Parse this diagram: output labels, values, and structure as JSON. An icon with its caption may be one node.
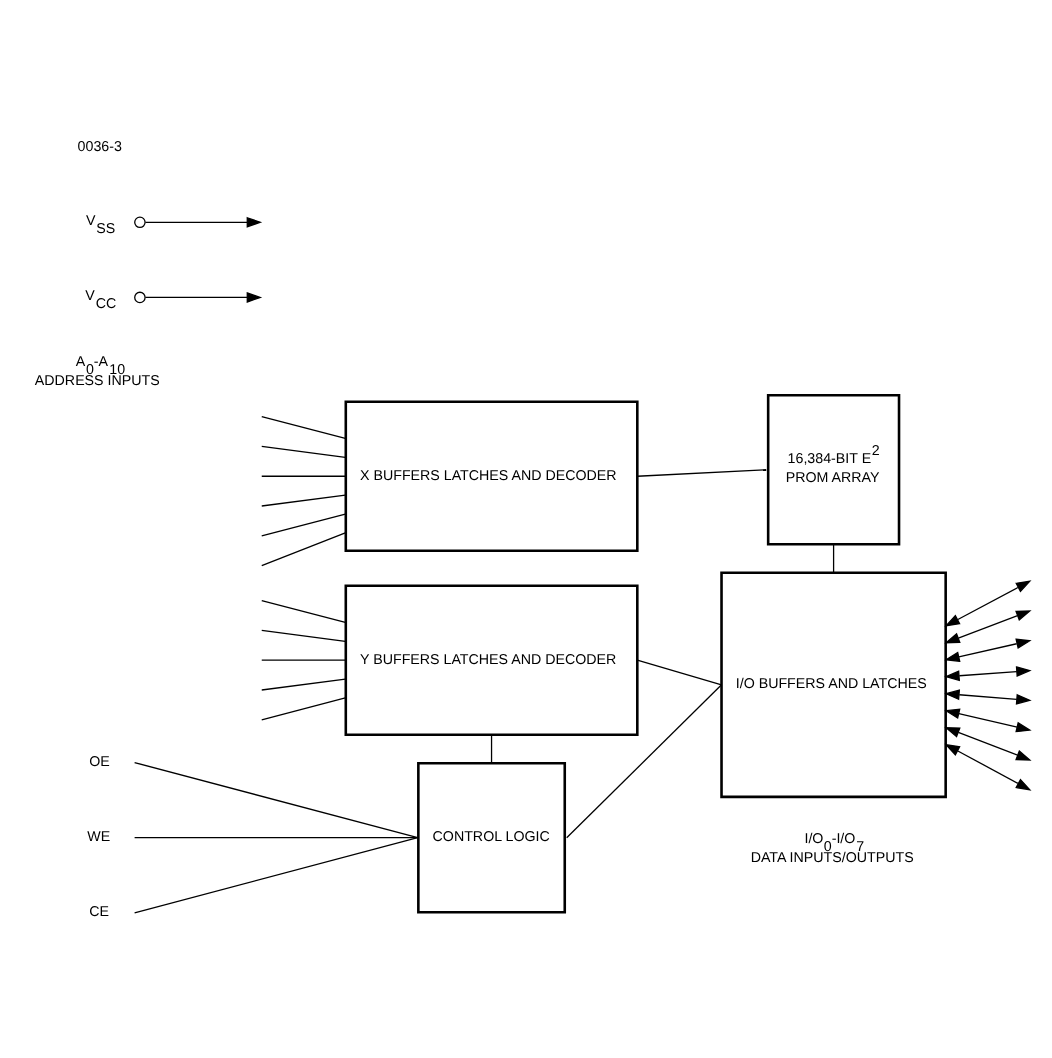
{
  "diagram": {
    "nodes": [
      {
        "text": [
          "X BUFFERS LATCHES AND DECODER"
        ]
      },
      {
        "text": [
          "16,384-BIT E$^{2}$ PROM ARRAY"
        ]
      },
      {
        "text": [
          "Y BUFFERS LATCHES AND DECODER"
        ]
      },
      {
        "text": [
          "I/O BUFFERS AND LATCHES"
        ]
      },
      {
        "text": [
          "CE"
        ]
      },
      {
        "text": [
          "OE"
        ]
      },
      {
        "text": [
          "WE"
        ]
      },
      {
        "text": [
          "CONTROL LOGIC"
        ]
      },
      {
        "text": [
          "V$_{CC}$"
        ]
      },
      {
        "text": [
          "V$_{SS}$"
        ]
      }
    ],
    "edges": [
      {
        "from": null,
        "to": 0,
        "arrow": "none"
      },
      {
        "from": null,
        "to": 0,
        "arrow": "none"
      },
      {
        "from": null,
        "to": 0,
        "arrow": "none"
      },
      {
        "from": null,
        "to": 0,
        "arrow": "none"
      },
      {
        "from": null,
        "to": 0,
        "arrow": "none"
      },
      {
        "from": null,
        "to": 0,
        "arrow": "none"
      },
      {
        "from": 0,
        "to": 1,
        "arrow": "none"
      },
      {
        "from": 1,
        "to": 3,
        "arrow": "none"
      },
      {
        "from": null,
        "to": 2,
        "arrow": "none"
      },
      {
        "from": null,
        "to": 2,
        "arrow": "none"
      },
      {
        "from": null,
        "to": 2,
        "arrow": "none"
      },
      {
        "from": null,
        "to": 2,
        "arrow": "none"
      },
      {
        "from": null,
        "to": 2,
        "arrow": "none"
      },
      {
        "from": 2,
        "to": 3,
        "arrow": "none"
      },
      {
        "from": 2,
        "to": 7,
        "arrow": "none"
      },
      {
        "from": 7,
        "to": 3,
        "arrow": "none"
      },
      {
        "from": 3,
        "to": null,
        "arrow": "both"
      },
      {
        "from": 3,
        "to": null,
        "arrow": "both"
      },
      {
        "from": 3,
        "to": null,
        "arrow": "both"
      },
      {
        "from": 3,
        "to": null,
        "arrow": "both"
      },
      {
        "from": 3,
        "to": null,
        "arrow": "both"
      },
      {
        "from": 3,
        "to": null,
        "arrow": "both"
      },
      {
        "from": 3,
        "to": null,
        "arrow": "both"
      },
      {
        "from": 3,
        "to": null,
        "arrow": "both"
      },
      {
        "from": 4,
        "to": 7,
        "arrow": "none"
      },
      {
        "from": 5,
        "to": 7,
        "arrow": "none"
      },
      {
        "from": 6,
        "to": 7,
        "arrow": "none"
      },
      {
        "from": 8,
        "to": null,
        "arrow": "to"
      },
      {
        "from": 9,
        "to": null,
        "arrow": "to"
      }
    ],
    "labels": [
      "A$_{0}$-A$_{10}$ ADDRESS INPUTS",
      "I/O$_{0}$-I/O$_{7}$ DATA INPUTS/OUTPUTS",
      "0036-3"
    ]
  }
}
